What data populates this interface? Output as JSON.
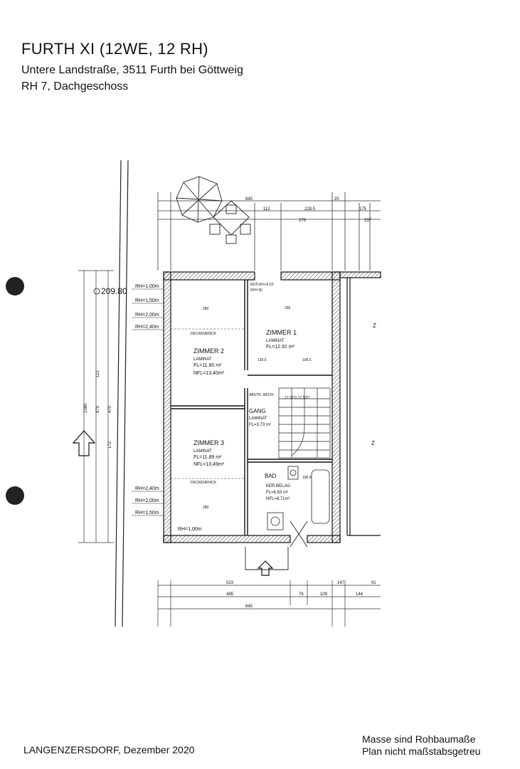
{
  "header": {
    "title": "FURTH XI (12WE, 12 RH)",
    "address": "Untere Landstraße, 3511 Furth bei Göttweig",
    "unit": "RH 7, Dachgeschoss"
  },
  "footer": {
    "location_date": "LANGENZERSDORF, Dezember 2020",
    "note_line1": "Masse sind Rohbaumaße",
    "note_line2": "Plan nicht maßstabsgetreu"
  },
  "plan": {
    "elevation": "209.80",
    "dims_top": [
      "645",
      "112",
      "228.5",
      "175",
      "25"
    ],
    "dims_top2": [
      "276",
      "237"
    ],
    "dims_bottom": [
      "523",
      "485",
      "76",
      "109",
      "147",
      "91",
      "144",
      "645"
    ],
    "dims_left": [
      "1080",
      "979",
      "470",
      "112",
      "172"
    ],
    "rh_labels": [
      "RH=1,00m",
      "RH=1,50m",
      "RH=2,00m",
      "RH=2,40m",
      "RH=2,40m",
      "RH=2,00m",
      "RH=1,50m",
      "RH=1,00m"
    ],
    "deckenknick": "DECKENKNICK",
    "rooms": [
      {
        "name": "ZIMMER 1",
        "floor": "LAMINAT",
        "fl": "FL=12.91 m²"
      },
      {
        "name": "ZIMMER 2",
        "floor": "LAMINAT",
        "fl": "FL=11.80 m²",
        "nfl": "NFL=13,40m²"
      },
      {
        "name": "ZIMMER 3",
        "floor": "LAMINAT",
        "fl": "FL=11.89 m²",
        "nfl": "NFL=13,49m²"
      },
      {
        "name": "GANG",
        "floor": "LAMINAT",
        "fl": "FL=3.73 m²"
      },
      {
        "name": "BAD",
        "floor": "KER.BELAG",
        "fl": "FL=6.83 m²",
        "nfl": "NFL=8,71m²"
      }
    ],
    "misc": {
      "rstuk": "RSTUK=+5,53",
      "fph": "FPH 90",
      "stg": "17 STG 17,5/27",
      "abstr": "ABSTR. 68/126",
      "dim_280": "280",
      "dim_330": "330",
      "dim_1395": "139.5",
      "dim_1995": "199.5",
      "dim_1965": "196.5"
    }
  }
}
